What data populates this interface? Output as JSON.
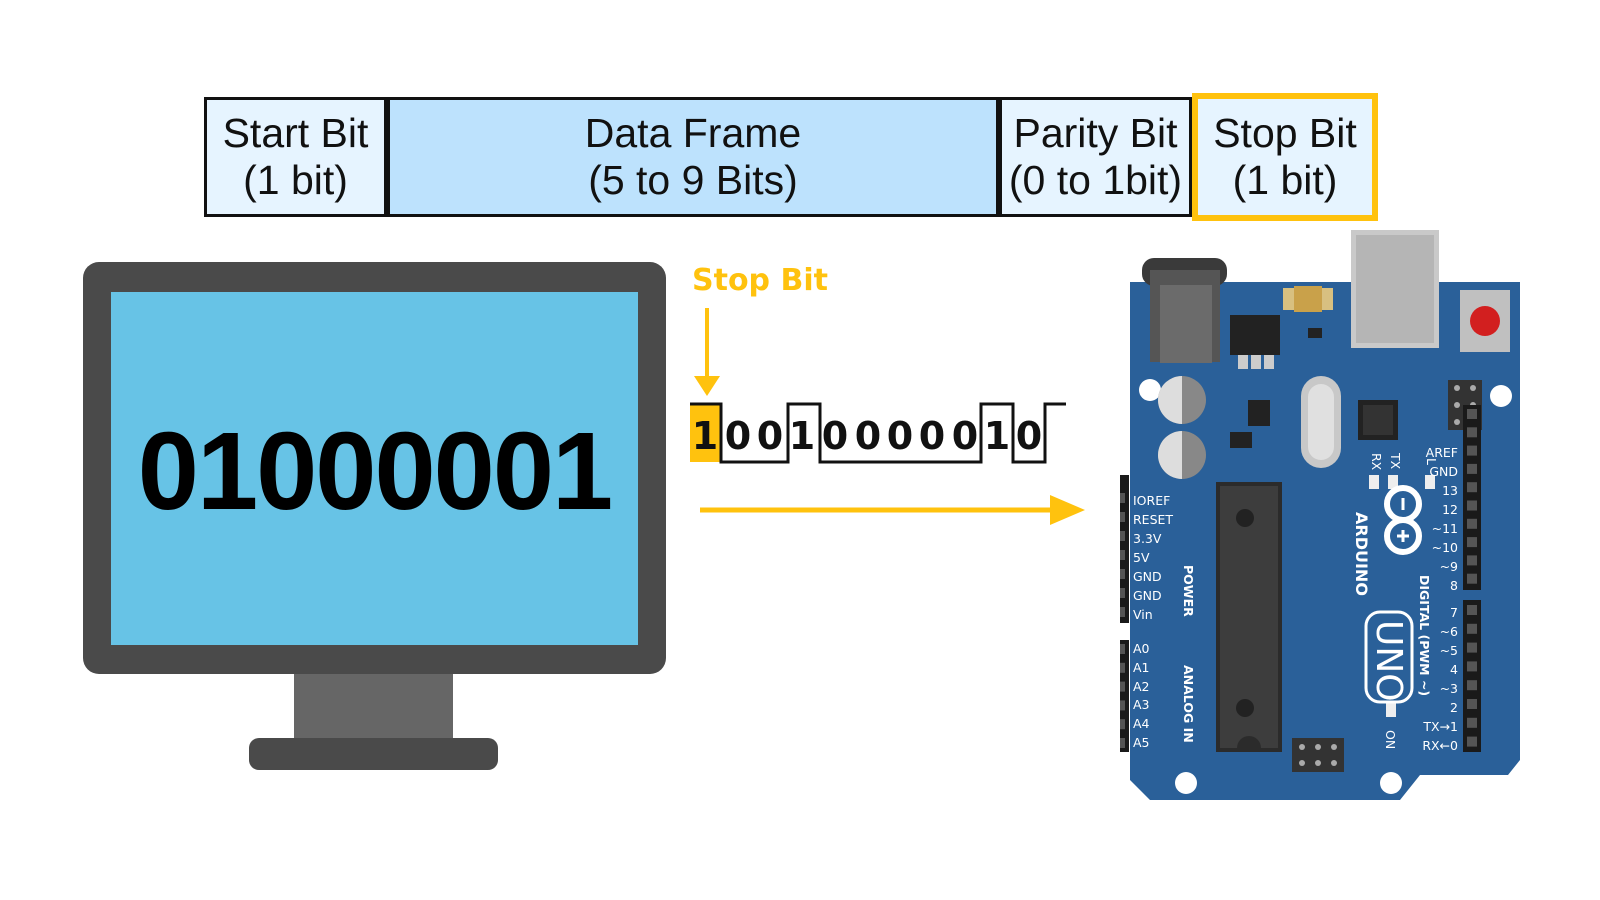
{
  "frame": {
    "start": {
      "title": "Start Bit",
      "sub": "(1 bit)"
    },
    "data": {
      "title": "Data Frame",
      "sub": "(5 to 9 Bits)"
    },
    "parity": {
      "title": "Parity Bit",
      "sub": "(0 to 1bit)"
    },
    "stop": {
      "title": "Stop Bit",
      "sub": "(1 bit)"
    }
  },
  "monitor": {
    "value": "01000001"
  },
  "signal": {
    "label": "Stop Bit",
    "bits": [
      "1",
      "0",
      "0",
      "1",
      "0",
      "0",
      "0",
      "0",
      "0",
      "1",
      "0"
    ]
  },
  "arduino": {
    "brand": "ARDUINO",
    "model": "UNO",
    "power_header": "POWER",
    "analog_header": "ANALOG IN",
    "digital_header": "DIGITAL (PWM ~)",
    "power_pins": [
      "IOREF",
      "RESET",
      "3.3V",
      "5V",
      "GND",
      "GND",
      "Vin"
    ],
    "analog_pins": [
      "A0",
      "A1",
      "A2",
      "A3",
      "A4",
      "A5"
    ],
    "digital_pins_top": [
      "AREF",
      "GND",
      "13",
      "12",
      "~11",
      "~10",
      "~9",
      "8"
    ],
    "digital_pins_bottom": [
      "7",
      "~6",
      "~5",
      "4",
      "~3",
      "2",
      "TX→1",
      "RX←0"
    ],
    "led_labels": [
      "RX",
      "TX",
      "L"
    ],
    "on_label": "ON"
  },
  "colors": {
    "accent": "#ffc20e",
    "board": "#2a6099",
    "screen": "#67c3e6",
    "light_cell": "#e6f4ff",
    "data_cell": "#bde2fd"
  }
}
